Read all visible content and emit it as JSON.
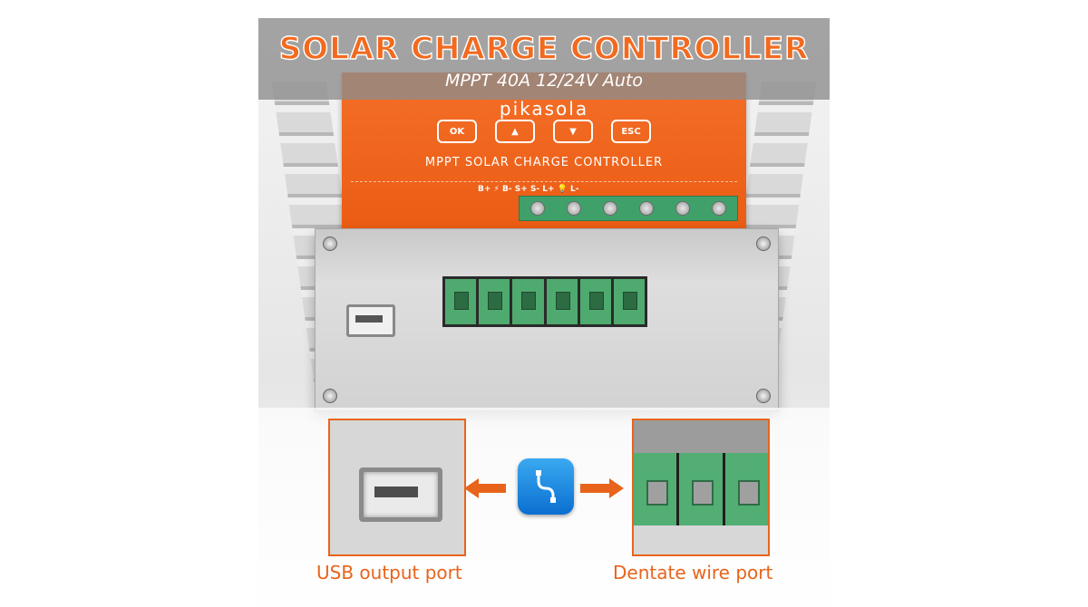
{
  "banner": {
    "title": "SOLAR CHARGE CONTROLLER",
    "subtitle": "MPPT 40A 12/24V Auto"
  },
  "device": {
    "brand": "pikasola",
    "keys": [
      "OK",
      "▲",
      "▼",
      "ESC"
    ],
    "face_text": "MPPT SOLAR CHARGE CONTROLLER",
    "terminal_labels": "B+  ⚡  B-  S+       S-  L+  💡  L-"
  },
  "callouts": {
    "usb_label": "USB output port",
    "wire_label": "Dentate wire port"
  },
  "colors": {
    "accent": "#e8641c",
    "face": "#f26a1f",
    "terminal_green": "#4faa6f"
  }
}
